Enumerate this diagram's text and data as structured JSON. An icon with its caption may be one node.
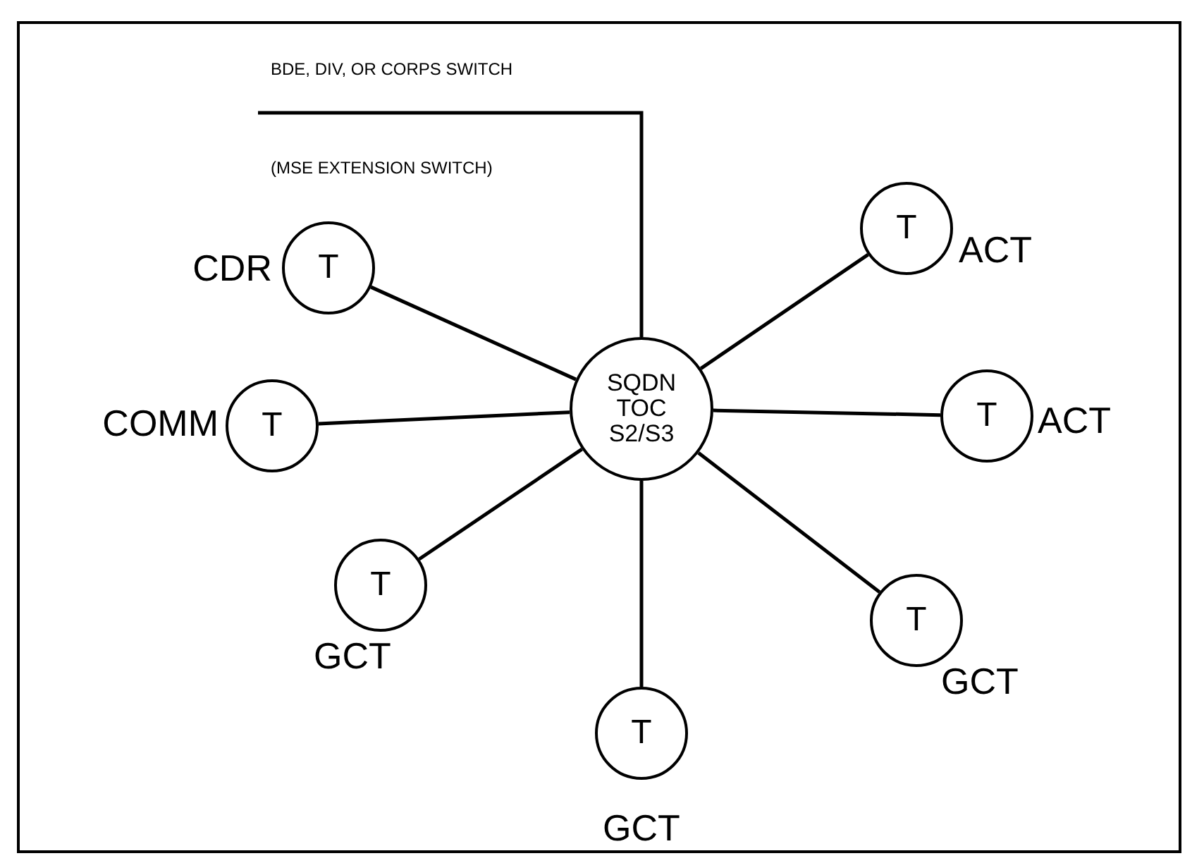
{
  "diagram": {
    "nodes": [
      {
        "text": [
          "SQDN TOC S2/S3"
        ]
      },
      {
        "text": [
          "T"
        ],
        "beside": [
          "CDR"
        ]
      },
      {
        "text": [
          "T"
        ],
        "beside": [
          "ACT"
        ]
      },
      {
        "text": [
          "T"
        ],
        "beside": [
          "COMM"
        ]
      },
      {
        "text": [
          "T"
        ],
        "beside": [
          "ACT"
        ]
      },
      {
        "text": [
          "T"
        ],
        "beside": [
          "GCT"
        ]
      },
      {
        "text": [
          "T"
        ],
        "beside": [
          "GCT"
        ]
      },
      {
        "text": [
          "T"
        ],
        "beside": [
          "GCT"
        ]
      }
    ],
    "edges": [
      {
        "from": 0,
        "to": null,
        "arrow": "none"
      },
      {
        "from": 0,
        "to": 1,
        "arrow": "none"
      },
      {
        "from": 0,
        "to": 2,
        "arrow": "none"
      },
      {
        "from": 0,
        "to": 3,
        "arrow": "none"
      },
      {
        "from": 0,
        "to": 4,
        "arrow": "none"
      },
      {
        "from": 0,
        "to": 5,
        "arrow": "none"
      },
      {
        "from": 0,
        "to": 6,
        "arrow": "none"
      },
      {
        "from": 0,
        "to": 7,
        "arrow": "none"
      }
    ],
    "labels": [
      "BDE, DIV, OR CORPS SWITCH",
      "(MSE EXTENSION SWITCH)"
    ]
  }
}
